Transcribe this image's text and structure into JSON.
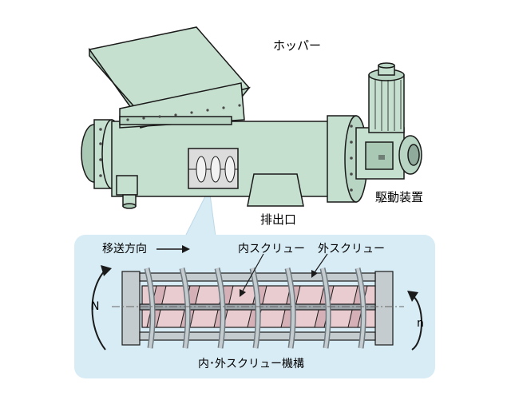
{
  "labels": {
    "hopper": "ホッパー",
    "drive": "駆動装置",
    "outlet": "排出口",
    "transfer_direction": "移送方向",
    "inner_screw": "内スクリュー",
    "outer_screw": "外スクリュー",
    "mechanism": "内･外スクリュー機構",
    "big_n": "N",
    "small_n": "n"
  },
  "colors": {
    "body": "#c6e0cf",
    "body_dark": "#a9c9b4",
    "outline": "#1a1a1a",
    "detail_panel": "#d8ecf6",
    "screw_core": "#e8cccf",
    "screw_metal": "#c4cccf",
    "shaft": "#9aa3a8"
  }
}
